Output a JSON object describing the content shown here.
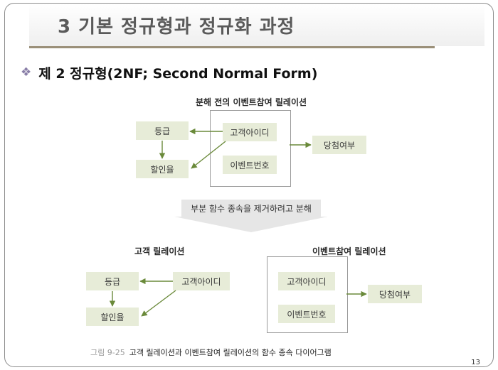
{
  "slide": {
    "title": "3 기본 정규형과 정규화 과정",
    "subtitle": "제 2 정규형(2NF; Second Normal Form)",
    "bullet_icon": "diamond-four-star",
    "page_number": "13"
  },
  "diagram": {
    "top_title": "분해 전의 이벤트참여 릴레이션",
    "top": {
      "grade": "등급",
      "discount": "할인율",
      "customer_id": "고객아이디",
      "event_no": "이벤트번호",
      "winner": "당첨여부"
    },
    "banner": "부분 함수 종속을 제거하려고 분해",
    "left_title": "고객 릴레이션",
    "left": {
      "grade": "등급",
      "customer_id": "고객아이디",
      "discount": "할인율"
    },
    "right_title": "이벤트참여 릴레이션",
    "right": {
      "customer_id": "고객아이디",
      "event_no": "이벤트번호",
      "winner": "당첨여부"
    },
    "caption_prefix": "그림 9-25",
    "caption": "고객 릴레이션과 이벤트참여 릴레이션의 함수 종속 다이어그램"
  },
  "colors": {
    "box_fill": "#e7ecd8",
    "arrow": "#6a8a3a",
    "title_text": "#5a5a5a"
  }
}
